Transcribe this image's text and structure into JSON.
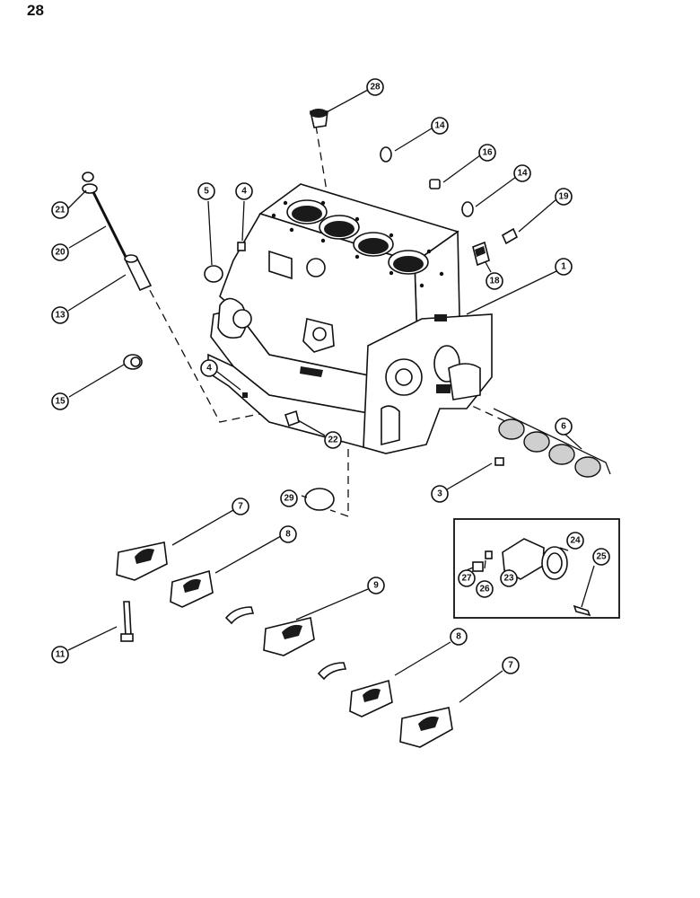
{
  "page": {
    "number": "28"
  },
  "callouts": [
    {
      "id": "c1",
      "label": "1"
    },
    {
      "id": "c3",
      "label": "3"
    },
    {
      "id": "c4a",
      "label": "4"
    },
    {
      "id": "c4b",
      "label": "4"
    },
    {
      "id": "c5",
      "label": "5"
    },
    {
      "id": "c6",
      "label": "6"
    },
    {
      "id": "c7a",
      "label": "7"
    },
    {
      "id": "c7b",
      "label": "7"
    },
    {
      "id": "c8a",
      "label": "8"
    },
    {
      "id": "c8b",
      "label": "8"
    },
    {
      "id": "c9",
      "label": "9"
    },
    {
      "id": "c11",
      "label": "11"
    },
    {
      "id": "c13",
      "label": "13"
    },
    {
      "id": "c14a",
      "label": "14"
    },
    {
      "id": "c14b",
      "label": "14"
    },
    {
      "id": "c15",
      "label": "15"
    },
    {
      "id": "c16",
      "label": "16"
    },
    {
      "id": "c18",
      "label": "18"
    },
    {
      "id": "c19",
      "label": "19"
    },
    {
      "id": "c20",
      "label": "20"
    },
    {
      "id": "c21",
      "label": "21"
    },
    {
      "id": "c22",
      "label": "22"
    },
    {
      "id": "c23",
      "label": "23"
    },
    {
      "id": "c24",
      "label": "24"
    },
    {
      "id": "c25",
      "label": "25"
    },
    {
      "id": "c26",
      "label": "26"
    },
    {
      "id": "c27",
      "label": "27"
    },
    {
      "id": "c28",
      "label": "28"
    },
    {
      "id": "c29",
      "label": "29"
    }
  ]
}
